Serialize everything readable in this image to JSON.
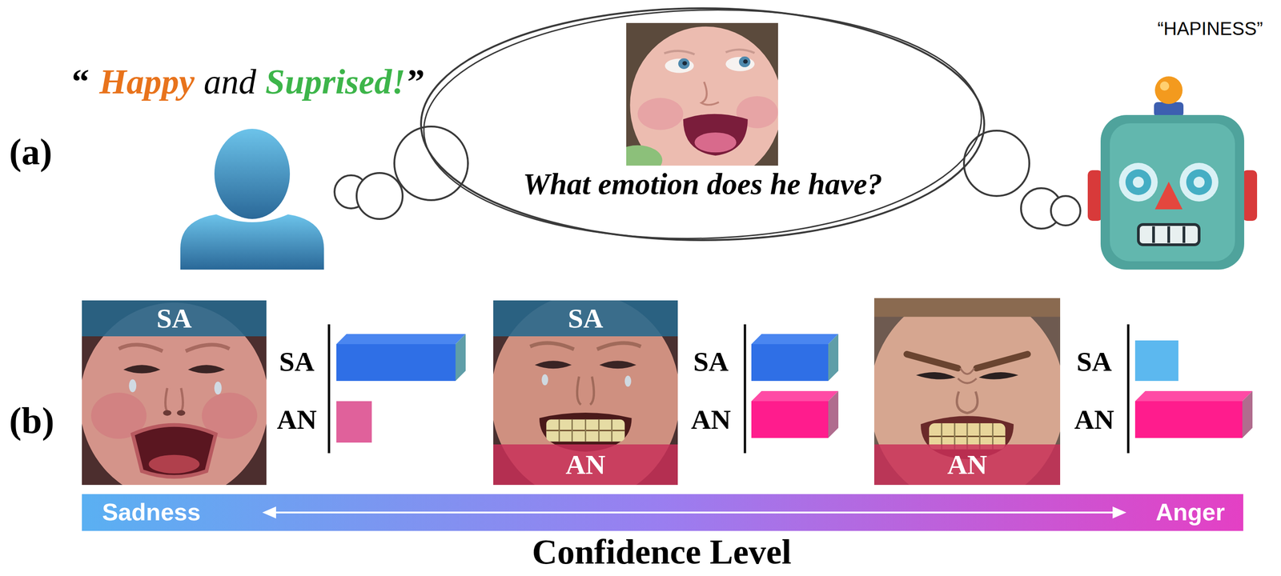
{
  "diagram": {
    "nodes": [
      {
        "text": [
          "What emotion does he have?"
        ]
      },
      {
        "text": [
          "SA"
        ]
      },
      {
        "text": [
          "SA"
        ]
      },
      {
        "text": [
          "AN"
        ]
      },
      {
        "text": [
          "AN"
        ]
      },
      {
        "text": [
          "Sadness",
          "Anger"
        ]
      }
    ],
    "labels": [
      "(a)",
      "“",
      "Happy",
      "and",
      "Suprised!",
      "”",
      "“HAPINESS”",
      "(b)",
      "SA",
      "AN",
      "SA",
      "AN",
      "SA",
      "AN",
      "Confidence Level"
    ]
  }
}
